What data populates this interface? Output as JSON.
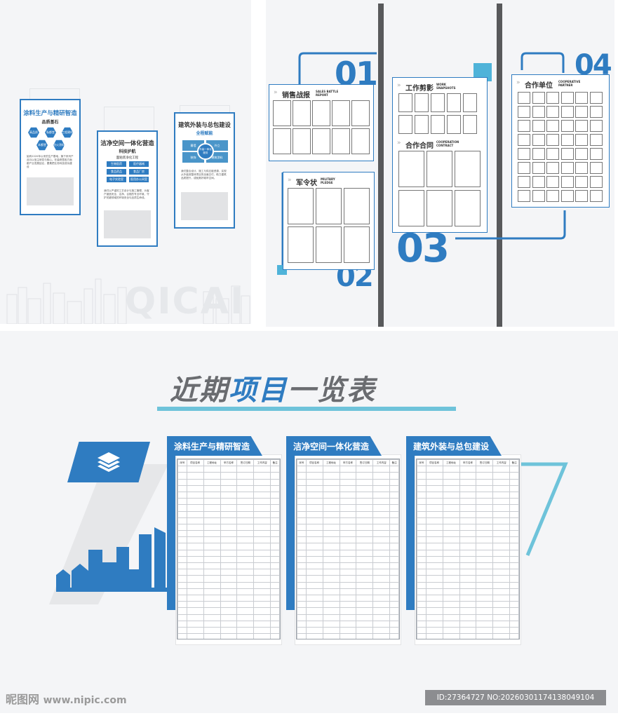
{
  "panel1": {
    "watermark": "QICAI",
    "cards": [
      {
        "title": "涂料生产与精研智造",
        "subtitle": "品质基石",
        "hexes": [
          "高品质",
          "私都堂",
          "工程建材",
          "本都堂",
          "防火涂料"
        ],
        "text": "始有2020年以来的生产基地，旗下系列产品与以信主研发与核心。在装修里各方面都产业发展结论，要素把业务科技成功建设"
      },
      {
        "title": "洁净空间一体化营造",
        "subtitle": "科技护航",
        "band": "面粘装净化工程",
        "pills": [
          "生物医药",
          "医疗器械",
          "食品药品",
          "食品厂房",
          "电子实验室",
          "医用办公间室"
        ],
        "text": "我们以严谨的工艺设计与施工管理，为客户营造安全、洁净、合规的专业环境，守护关键领域的环境安全与品质生命线。"
      },
      {
        "title": "建筑外装与总包建设",
        "subtitle": "全程赋能",
        "quads": [
          "幕墙",
          "外立",
          "装饰",
          "建筑涂料"
        ],
        "center": "外装一体化服务",
        "text": "我们整合设计、施工与供应链资源，实现从外装到整体项目的全面交付，助力建筑品质提升，成就美好城市空间。"
      }
    ]
  },
  "panel2": {
    "numbers": [
      "01",
      "02",
      "03",
      "04"
    ],
    "boards": [
      {
        "title": "销售战报",
        "sub1": "SALES BATTLE",
        "sub2": "REPORT"
      },
      {
        "title": "军令状",
        "sub1": "MILITARY",
        "sub2": "PLEDGE"
      },
      {
        "title": "工作剪影",
        "sub1": "WORK",
        "sub2": "SNAPSHOTS"
      },
      {
        "title": "合作合同",
        "sub1": "COOPERATION",
        "sub2": "CONTRACT"
      },
      {
        "title": "合作单位",
        "sub1": "COOPERATIVE",
        "sub2": "PARTNER"
      }
    ]
  },
  "panel3": {
    "heading_part1": "近期",
    "heading_part2": "项目",
    "heading_part3": "一览表",
    "tables": [
      {
        "title": "涂料生产与精研智造"
      },
      {
        "title": "洁净空间一体化营造"
      },
      {
        "title": "建筑外装与总包建设"
      }
    ],
    "columns": [
      "序号",
      "项目名称",
      "工程地址",
      "甲方名称",
      "签订日期",
      "工作内容",
      "备注"
    ]
  },
  "footer": {
    "logo": "昵图网",
    "url": "www.nipic.com",
    "id_text": "ID:27364727 NO:20260301174138049104"
  },
  "colors": {
    "accent": "#2f7cc1",
    "light_accent": "#6ec3da",
    "gray_bar": "#58595b"
  }
}
